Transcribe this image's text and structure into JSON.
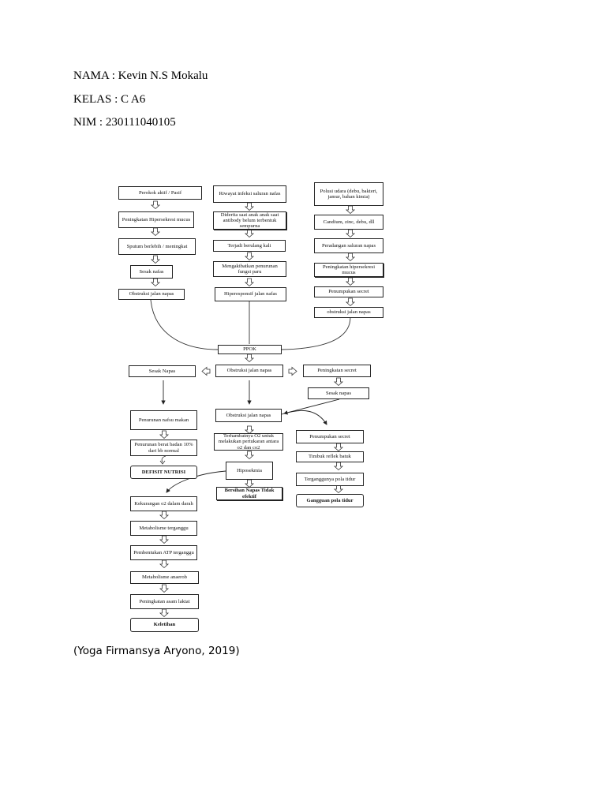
{
  "header": {
    "name_line": "NAMA : Kevin N.S Mokalu",
    "class_line": "KELAS : C A6",
    "nim_line": "NIM : 230111040105"
  },
  "flowchart": {
    "col1": {
      "perokok": "Perokok aktif / Pasif",
      "hipersekresi": "Peningkatan Hipersekresi mucus",
      "sputum": "Sputum berlebih / meningkat",
      "sesak": "Sesak nafas",
      "obstruksi": "Obstruksi jalan napas"
    },
    "col2": {
      "riwayat": "Riwayat infeksi saluran nafas",
      "diderita": "Diderita saat anak anak saat antibody belum terbentuk sempurna",
      "berulang": "Terjadi berulang kali",
      "penurunan_fungsi": "Mengakibatkan penurunan fungsi paru",
      "hiperresponsif": "Hiperesponsif jalan nafas"
    },
    "col3": {
      "polusi": "Polusi udara (debu, bakteri, jamur, bahan kimia)",
      "cardium": "Candium, zinc, debu, dll",
      "peradangan": "Peradangan saluran napas",
      "hipersekresi": "Peningkatan hipersekresi mucus",
      "penumpukan": "Penumpukan secret",
      "obstruksi": "obstruksi jalan napas"
    },
    "center": {
      "ppok": "PPOK",
      "obstruksi": "Obstruksi jalan napas",
      "obstruksi2": "Obstruksi jalan napas",
      "terhambat": "Terhambatnya O2 untuk melakukan pertukaran antara o2 dan co2",
      "hiposekmia": "Hiposekmia",
      "bersihan": "Bersihan Napas Tidak efektif"
    },
    "left_branch": {
      "sesak": "Sesak Napas",
      "nafsu": "Penurunan nafsu makan",
      "berat_badan": "Penurunan berat badan 10% dari bb normal",
      "defisit": "DEFISIT NUTRISI",
      "kekurangan": "Kekurangan o2 dalam darah",
      "metabolisme": "Metabolisme terganggu",
      "atp": "Pembentukan ATP terganggu",
      "anaerob": "Metabolisme anaerob",
      "laktat": "Peningkatan asam laktat",
      "keletihan": "Keletihan"
    },
    "right_branch": {
      "secret": "Peningkatan secret",
      "sesak": "Sesak napas",
      "penumpukan": "Penumpukan secret",
      "refleks": "Timbuk reflek batuk",
      "tidur": "Terganggunya pola tidur",
      "gangguan": "Gangguan pola tidur"
    }
  },
  "citation": "(Yoga Firmansya Aryono, 2019)"
}
